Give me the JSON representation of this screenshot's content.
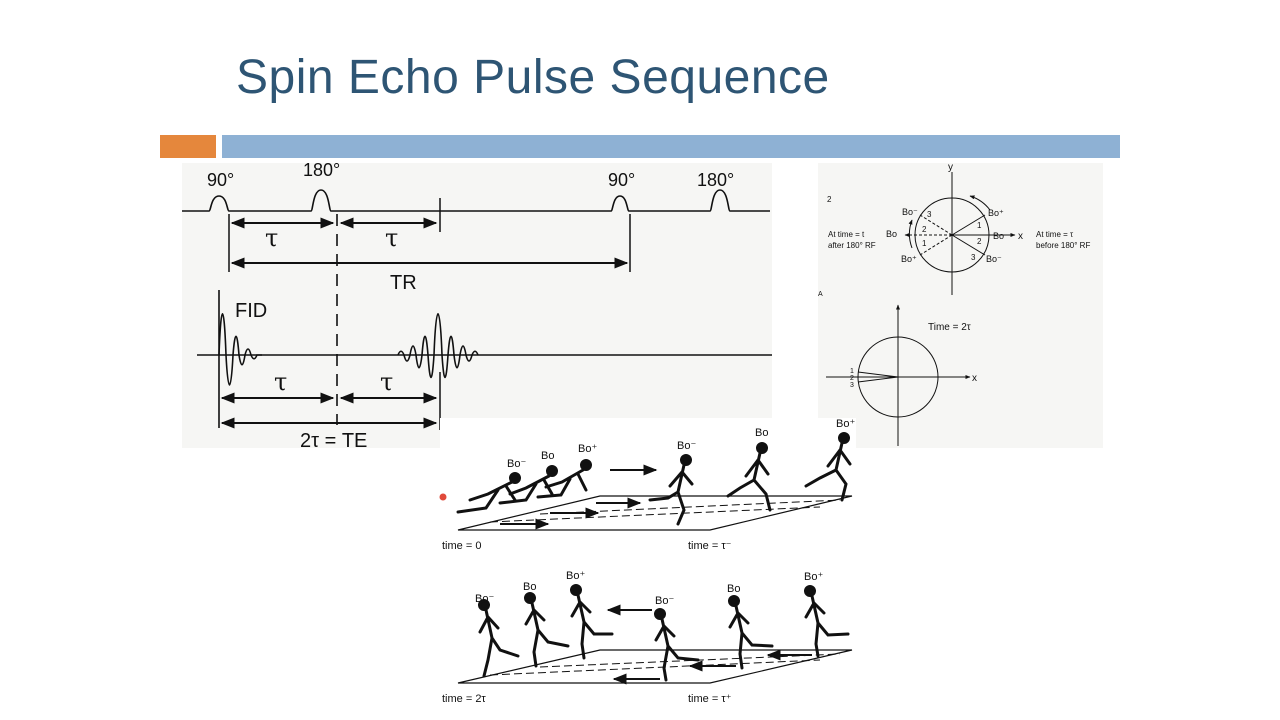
{
  "slide": {
    "title": "Spin Echo Pulse Sequence",
    "accent_colors": {
      "title": "#2e5574",
      "orange_bar": "#e5873c",
      "blue_bar": "#8eb1d4"
    }
  },
  "pulse_diagram": {
    "pulse_labels": [
      "90°",
      "180°",
      "90°",
      "180°"
    ],
    "tau": "τ",
    "tr_label": "TR",
    "fid_label": "FID",
    "te_label": "2τ = TE"
  },
  "vector_diagram": {
    "y_axis": "y",
    "x_axis": "x",
    "fig_number": "2",
    "fig_letter": "A",
    "left_note_line1": "At time = t",
    "left_note_line2": "after 180° RF",
    "right_note_line1": "At time = τ",
    "right_note_line2": "before 180° RF",
    "bo_minus": "Bo⁻",
    "bo_plus": "Bo⁺",
    "bo": "Bo",
    "lower_title": "Time = 2τ",
    "numbers": [
      "1",
      "2",
      "3"
    ]
  },
  "runners": {
    "top_labels": [
      "Bo⁻",
      "Bo",
      "Bo⁺",
      "Bo⁻",
      "Bo",
      "Bo⁺"
    ],
    "bottom_labels": [
      "Bo⁻",
      "Bo",
      "Bo⁺",
      "Bo⁻",
      "Bo",
      "Bo⁺"
    ],
    "time_0": "time = 0",
    "time_tau_minus": "time = τ⁻",
    "time_2tau": "time = 2τ",
    "time_tau_plus": "time = τ⁺"
  }
}
